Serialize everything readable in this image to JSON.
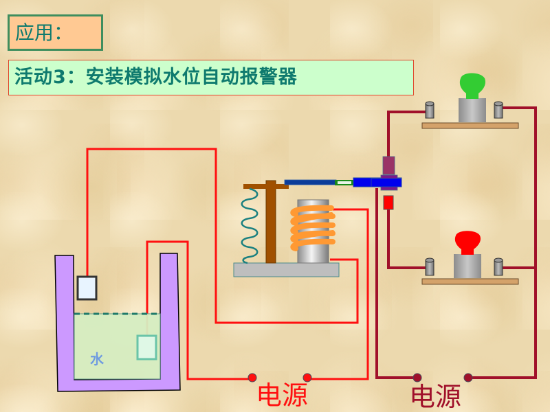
{
  "header": {
    "section_label": "应用：",
    "activity_title": "活动3：安装模拟水位自动报警器"
  },
  "diagram": {
    "water_label": "水",
    "power_sources": [
      {
        "label": "电源",
        "color": "#ff1010"
      },
      {
        "label": "电源",
        "color": "#a0102a"
      }
    ],
    "lamps": [
      {
        "name": "green-lamp",
        "color": "#33cc33"
      },
      {
        "name": "red-lamp",
        "color": "#ff0000"
      }
    ],
    "components": [
      "water-tank",
      "upper-probe",
      "lower-probe",
      "electromagnetic-relay",
      "spring",
      "armature",
      "switch-contacts",
      "lamp-bases"
    ],
    "colors": {
      "control_wire": "#ff1010",
      "work_wire": "#a0102a",
      "tank": "#cc99ff",
      "water": "#d6eec2",
      "coil": "#ff9933",
      "relay_frame": "#a05000",
      "armature_bar": "#0033cc"
    }
  }
}
